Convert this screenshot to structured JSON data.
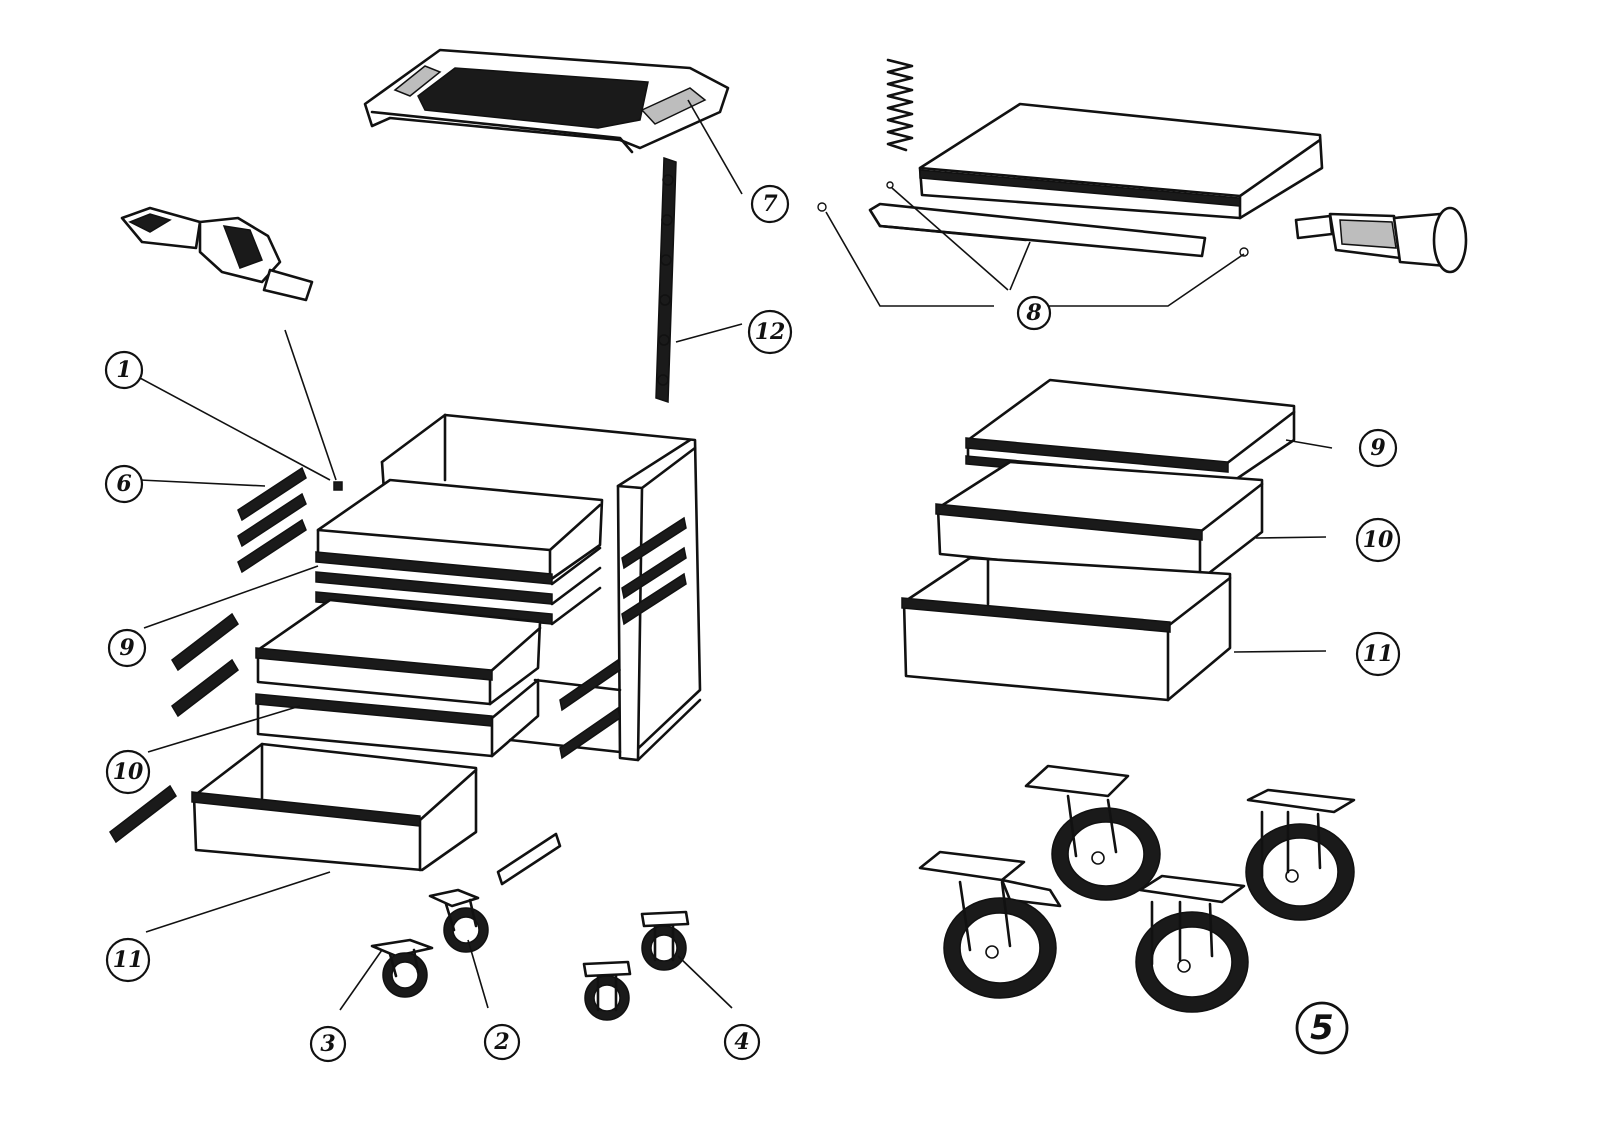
{
  "callouts": {
    "c1": "1",
    "c2": "2",
    "c3": "3",
    "c4": "4",
    "c5": "5",
    "c6": "6",
    "c7": "7",
    "c8": "8",
    "c9a": "9",
    "c9b": "9",
    "c10a": "10",
    "c10b": "10",
    "c11a": "11",
    "c11b": "11",
    "c12": "12"
  }
}
